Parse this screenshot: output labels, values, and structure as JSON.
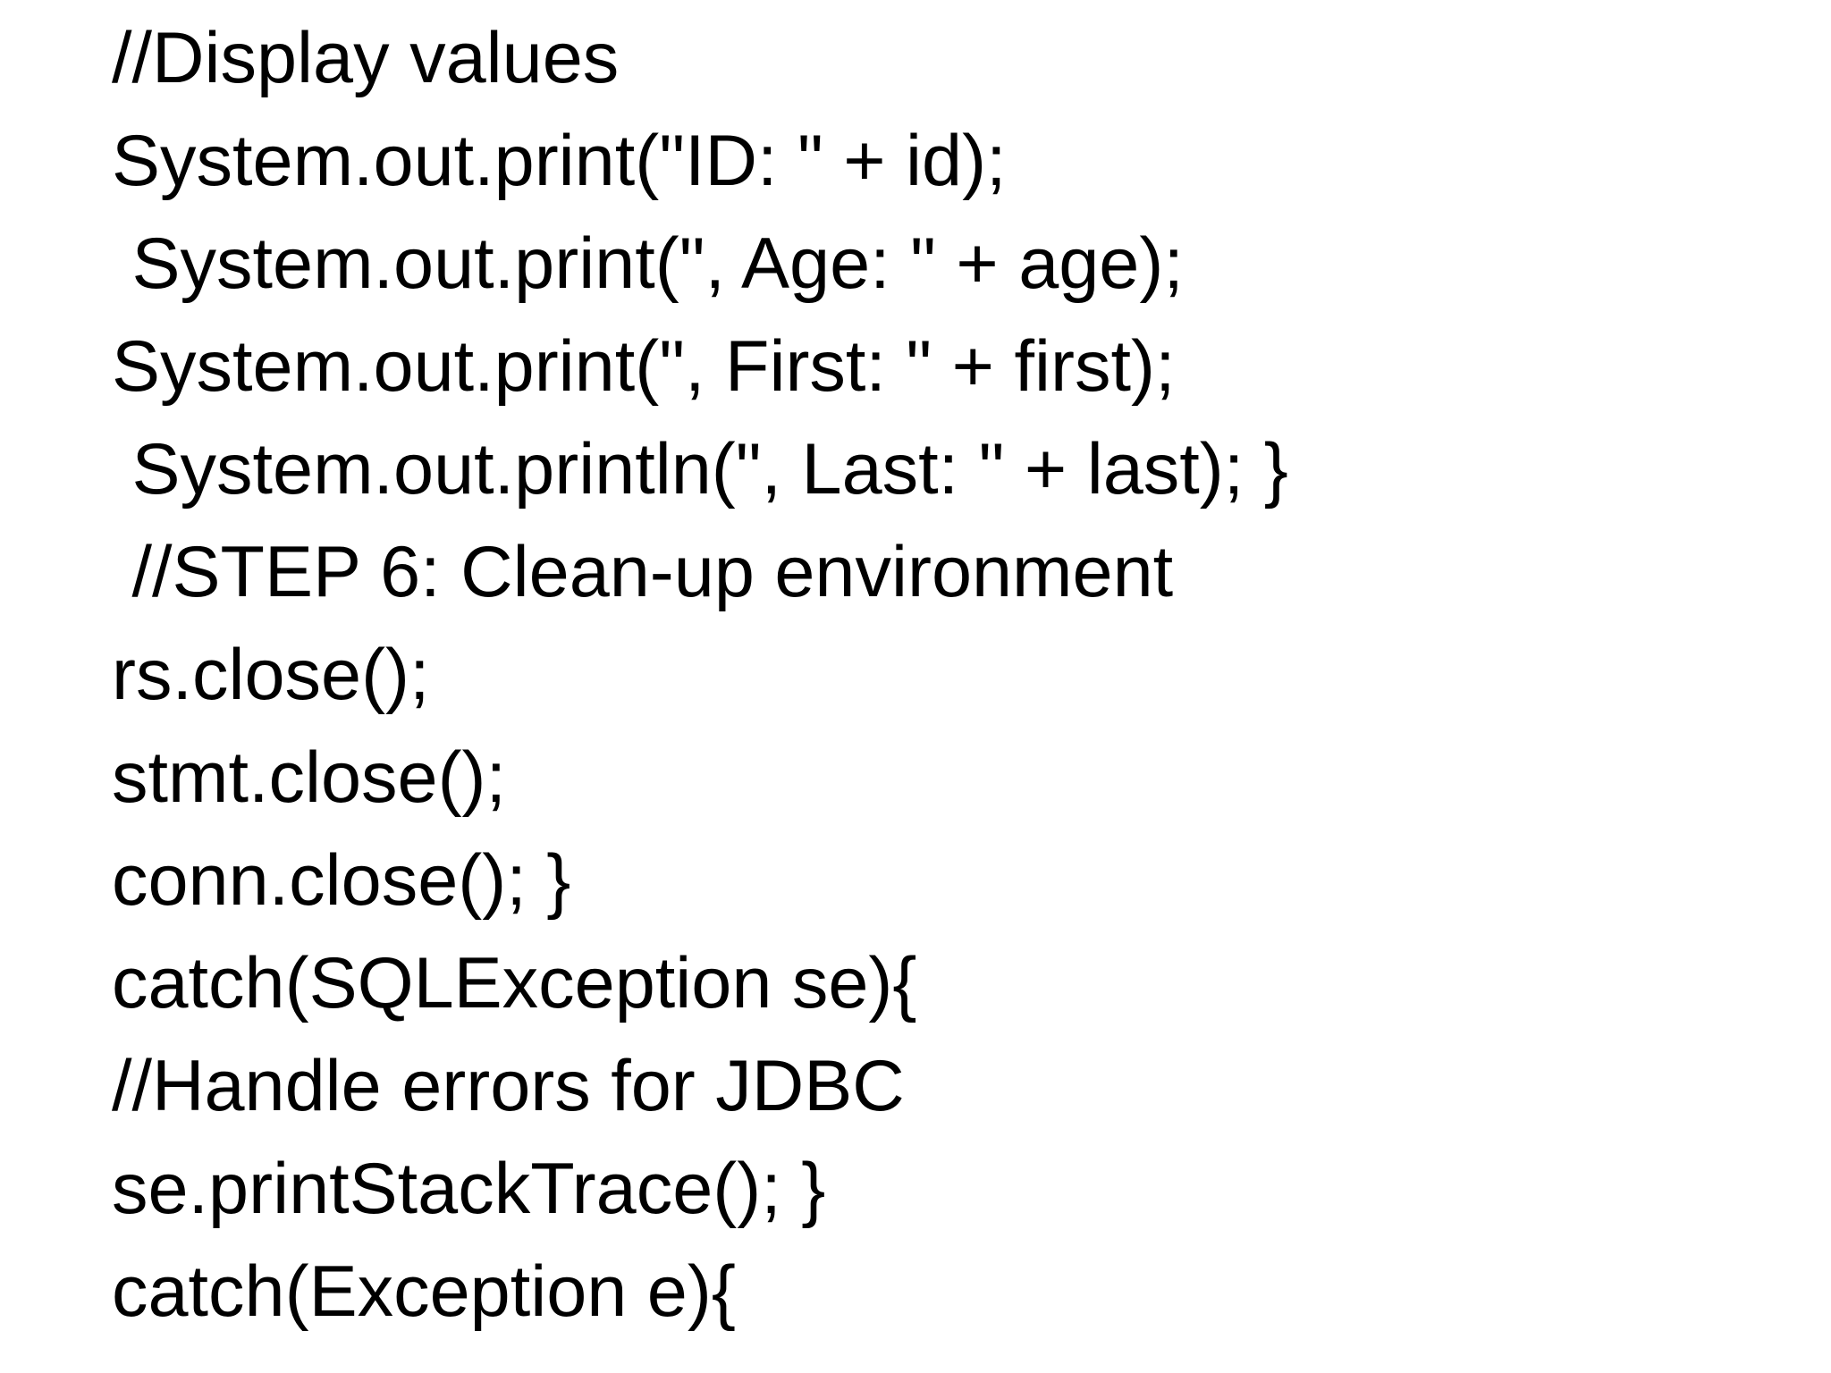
{
  "page": {
    "background_color": "#ffffff",
    "text_color": "#000000",
    "content_kind": "java-jdbc-code-slide"
  },
  "code_block": {
    "lines": [
      "//Display values",
      "System.out.print(\"ID: \" + id);",
      " System.out.print(\", Age: \" + age);",
      "System.out.print(\", First: \" + first);",
      " System.out.println(\", Last: \" + last); }",
      " //STEP 6: Clean-up environment",
      "rs.close();",
      "stmt.close();",
      "conn.close(); }",
      "catch(SQLException se){",
      "//Handle errors for JDBC",
      "se.printStackTrace(); }",
      "catch(Exception e){"
    ]
  }
}
